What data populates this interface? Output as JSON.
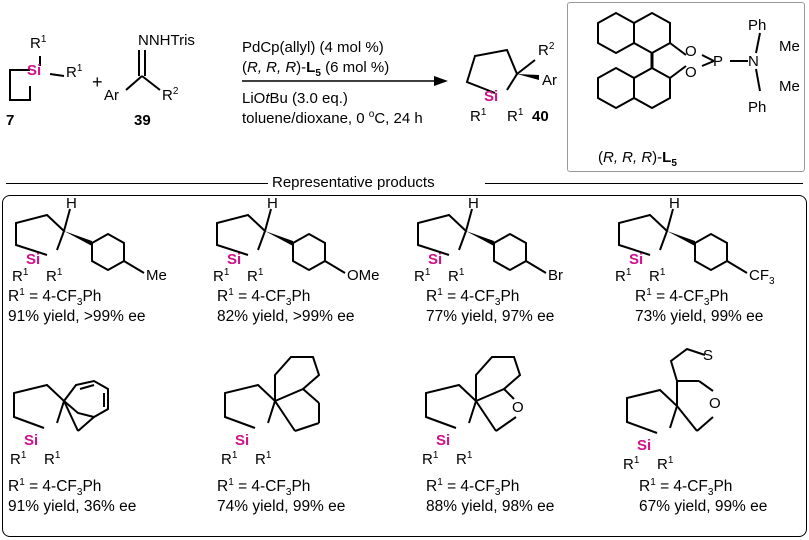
{
  "reaction": {
    "reagent7": {
      "number": "7",
      "substituent": "R",
      "sup": "1",
      "heteroatom": "Si"
    },
    "plus": "+",
    "reagent39": {
      "number": "39",
      "group": "NNHTris",
      "ar": "Ar",
      "r2": "R",
      "r2sup": "2"
    },
    "conditions": {
      "line1": "PdCp(allyl) (4 mol %)",
      "line2_pre": "(",
      "line2_italic": "R, R, R",
      "line2_mid": ")-",
      "line2_bold": "L",
      "line2_sub": "5",
      "line2_post": " (6 mol %)",
      "line3_pre": "LiO",
      "line3_italic": "t",
      "line3_post": "Bu (3.0 eq.)",
      "line4_pre": "toluene/dioxane, 0 ",
      "line4_sup": "o",
      "line4_post": "C, 24 h"
    },
    "product40": {
      "number": "40",
      "r": "R",
      "sup": "1",
      "r2": "R",
      "r2sup": "2",
      "ar": "Ar",
      "heteroatom": "Si"
    }
  },
  "ligand": {
    "label_pre": "(",
    "label_italic": "R, R, R",
    "label_mid": ")-",
    "label_bold": "L",
    "label_sub": "5",
    "atoms": {
      "o": "O",
      "p": "P",
      "n": "N",
      "ph": "Ph",
      "me": "Me"
    }
  },
  "section_title": "Representative products",
  "products": [
    {
      "substituent": "Me",
      "r_label": "R",
      "r_sup": "1",
      "r_value": " = 4-CF",
      "r_sub": "3",
      "r_tail": "Ph",
      "result": "91% yield, >99% ee"
    },
    {
      "substituent": "OMe",
      "r_label": "R",
      "r_sup": "1",
      "r_value": " = 4-CF",
      "r_sub": "3",
      "r_tail": "Ph",
      "result": "82% yield, >99% ee"
    },
    {
      "substituent": "Br",
      "r_label": "R",
      "r_sup": "1",
      "r_value": " = 4-CF",
      "r_sub": "3",
      "r_tail": "Ph",
      "result": "77% yield, 97% ee"
    },
    {
      "substituent": "CF",
      "substituent_sub": "3",
      "r_label": "R",
      "r_sup": "1",
      "r_value": " = 4-CF",
      "r_sub": "3",
      "r_tail": "Ph",
      "result": "73% yield, 99% ee"
    },
    {
      "r_label": "R",
      "r_sup": "1",
      "r_value": " = 4-CF",
      "r_sub": "3",
      "r_tail": "Ph",
      "result": "91% yield, 36% ee"
    },
    {
      "r_label": "R",
      "r_sup": "1",
      "r_value": " = 4-CF",
      "r_sub": "3",
      "r_tail": "Ph",
      "result": "74% yield, 99% ee"
    },
    {
      "ring_o": "O",
      "r_label": "R",
      "r_sup": "1",
      "r_value": " = 4-CF",
      "r_sub": "3",
      "r_tail": "Ph",
      "result": "88% yield, 98% ee"
    },
    {
      "ring_o": "O",
      "ring_s": "S",
      "r_label": "R",
      "r_sup": "1",
      "r_value": " = 4-CF",
      "r_sub": "3",
      "r_tail": "Ph",
      "result": "67% yield, 99% ee"
    }
  ],
  "atom_labels": {
    "si": "Si",
    "r": "R",
    "r_sup": "1",
    "h": "H"
  },
  "colors": {
    "silicon": "#d0118a",
    "line": "#000000"
  }
}
